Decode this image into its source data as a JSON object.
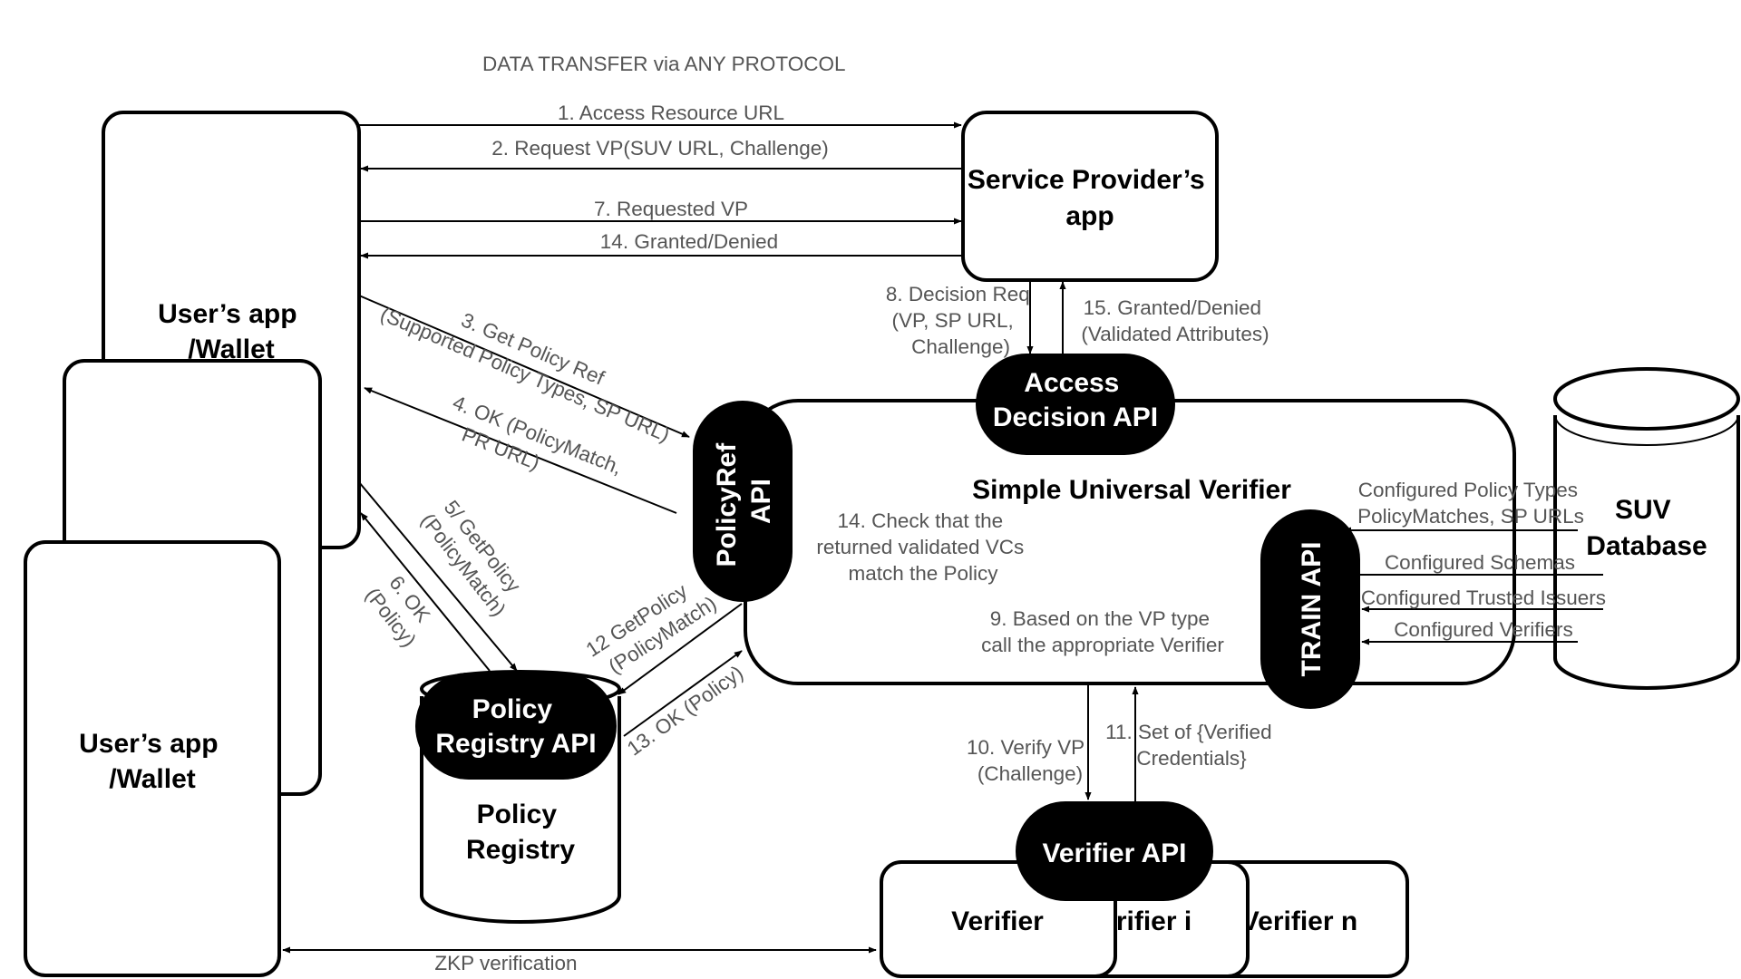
{
  "header": {
    "text": "DATA TRANSFER via ANY PROTOCOL"
  },
  "nodes": {
    "user_wallet_back": "User’s app /Wallet",
    "user_wallet_front": "User’s app /Wallet",
    "service_provider": "Service Provider’s app",
    "access_decision_api": "Access Decision API",
    "policyref_api": "PolicyRef API",
    "suv": "Simple Universal Verifier",
    "train_api": "TRAIN API",
    "suv_database": "SUV Database",
    "policy_registry_api": "Policy Registry API",
    "policy_registry": "Policy Registry",
    "verifier_api": "Verifier API",
    "verifier_1": "Verifier",
    "verifier_i": "Verifier i",
    "verifier_n": "Verifier n"
  },
  "notes": {
    "check_policy": [
      "14. Check that the",
      "returned validated VCs",
      "match the Policy"
    ],
    "vp_type": [
      "9. Based on the VP type",
      "call the appropriate Verifier"
    ]
  },
  "edges": {
    "e1": "1. Access Resource URL",
    "e2": "2. Request VP(SUV URL, Challenge)",
    "e7": "7. Requested VP",
    "e14": "14. Granted/Denied",
    "e8": [
      "8. Decision Req",
      "(VP, SP URL,",
      "Challenge)"
    ],
    "e15": [
      "15. Granted/Denied",
      "(Validated Attributes)"
    ],
    "e3": [
      "3. Get Policy Ref",
      "(Supported Policy Types, SP URL)"
    ],
    "e4": [
      "4. OK (PolicyMatch,",
      "PR URL)"
    ],
    "e5": [
      "5/ GetPolicy",
      "(PolicyMatch)"
    ],
    "e6": [
      "6. OK",
      "(Policy)"
    ],
    "e12": [
      "12 GetPolicy",
      "(PolicyMatch)"
    ],
    "e13": "13. OK (Policy)",
    "e10": [
      "10. Verify VP",
      "(Challenge)"
    ],
    "e11": [
      "11. Set of {Verified",
      "Credentials}"
    ],
    "zkp": "ZKP verification"
  },
  "config": [
    "Configured Policy Types",
    "PolicyMatches, SP URLs",
    "Configured Schemas",
    "Configured Trusted Issuers",
    "Configured Verifiers"
  ]
}
